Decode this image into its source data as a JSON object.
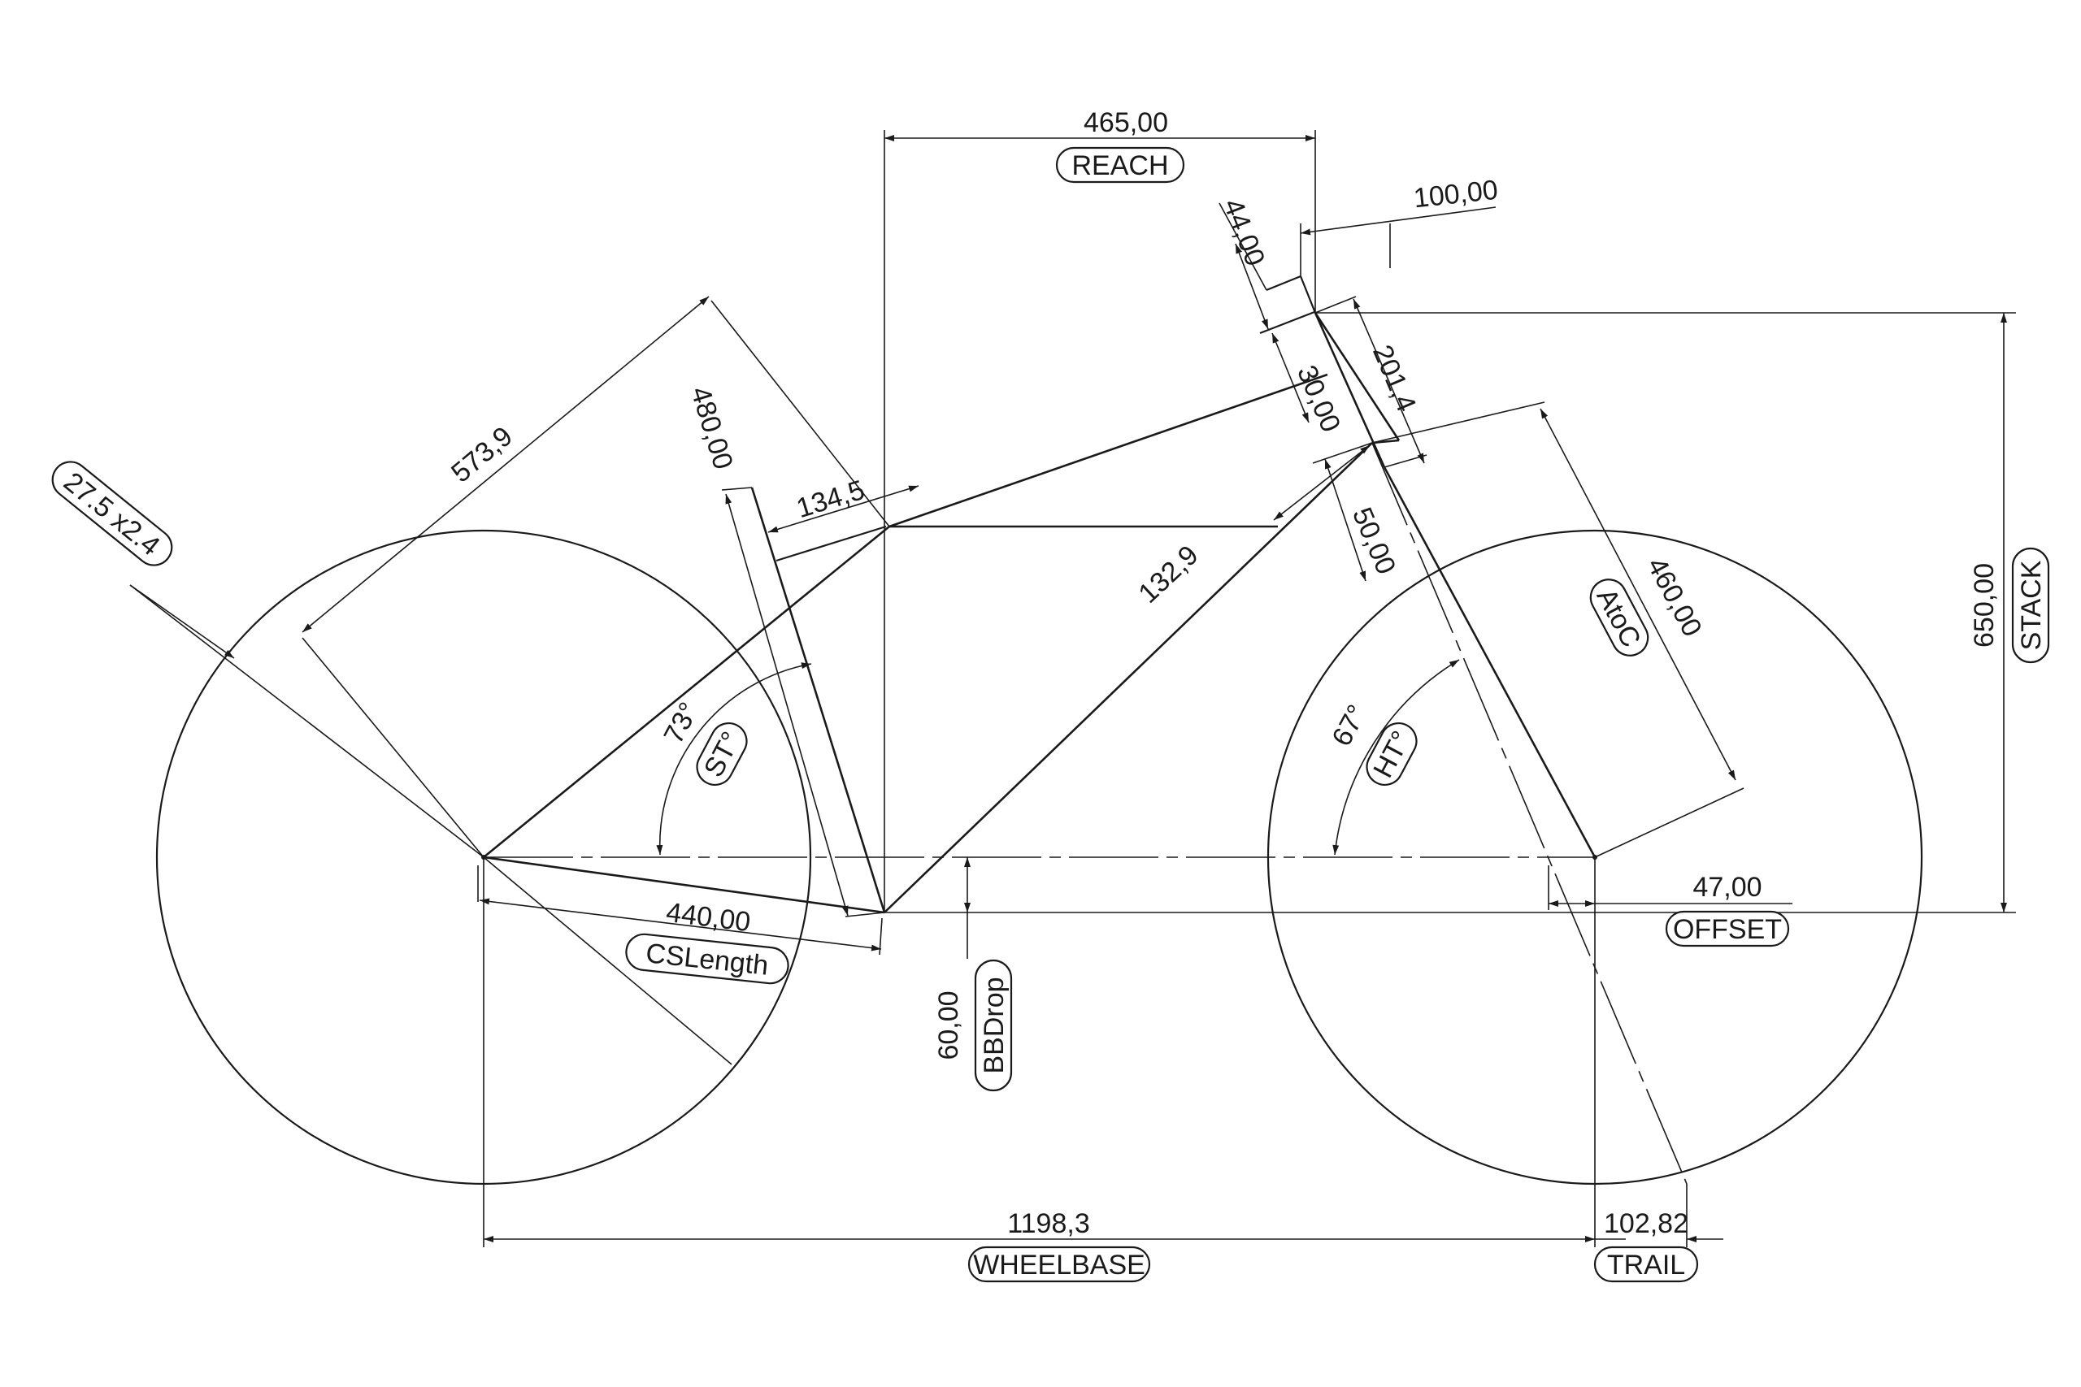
{
  "dimensions": {
    "reach_value": "465,00",
    "reach_label": "REACH",
    "stem_length": "100,00",
    "spacer_44": "44,00",
    "headtube_201": "201,4",
    "spacer_30": "30,00",
    "lower_50": "50,00",
    "seat_tube_480": "480,00",
    "top_573": "573,9",
    "offset_134": "134,5",
    "tire_size": "27.5 x2.4",
    "dt_132": "132,9",
    "a_to_c_value": "460,00",
    "a_to_c_label": "AtoC",
    "stack_value": "650,00",
    "stack_label": "STACK",
    "seat_angle_value": "73°",
    "seat_angle_label": "ST°",
    "head_angle_value": "67°",
    "head_angle_label": "HT°",
    "chainstay_value": "440,00",
    "chainstay_label": "CSLength",
    "bb_drop_value": "60,00",
    "bb_drop_label": "BBDrop",
    "fork_offset_value": "47,00",
    "fork_offset_label": "OFFSET",
    "wheelbase_value": "1198,3",
    "wheelbase_label": "WHEELBASE",
    "trail_value": "102,82",
    "trail_label": "TRAIL"
  },
  "markers": {
    "arrow_icon": "arrow-head-icon"
  }
}
